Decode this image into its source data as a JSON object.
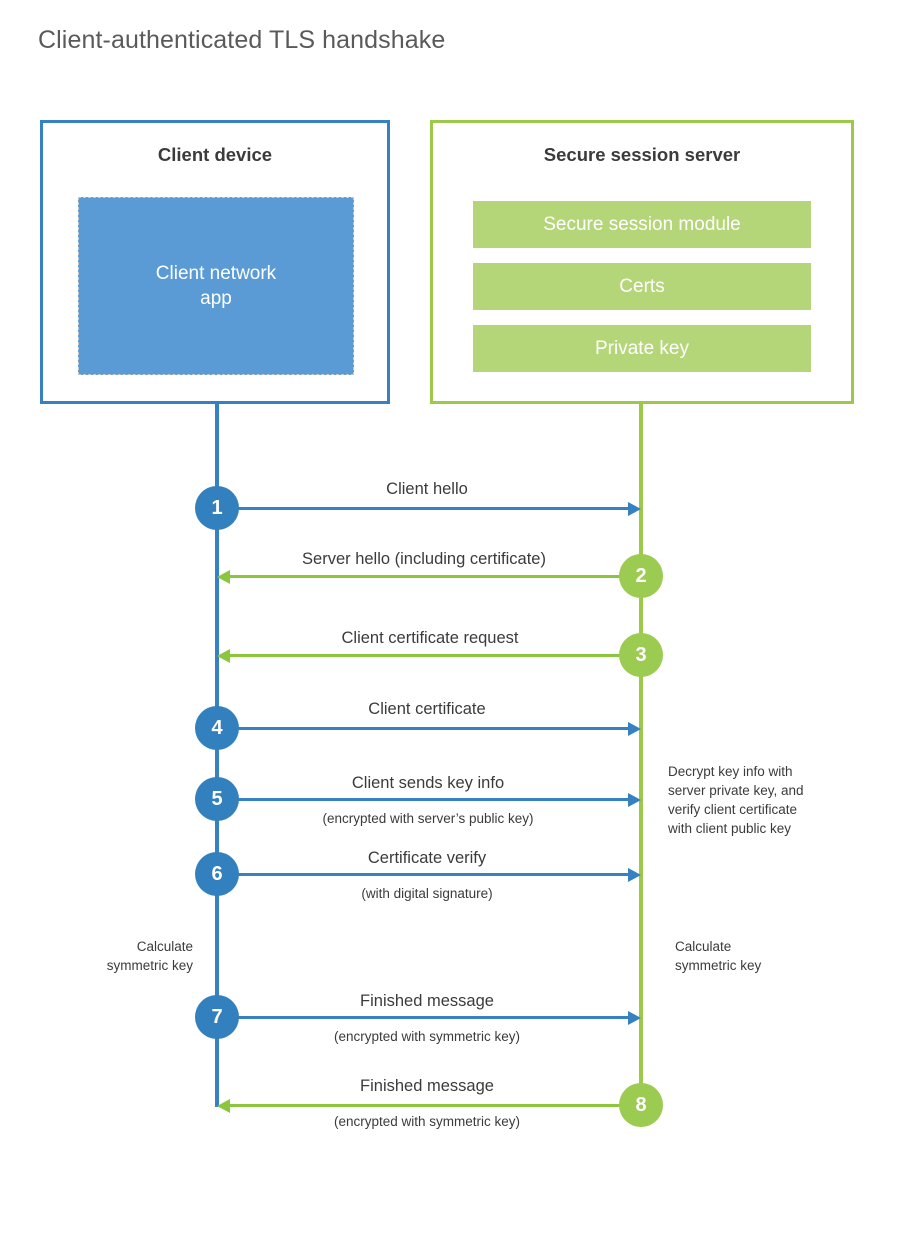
{
  "title": "Client-authenticated TLS handshake",
  "actors": {
    "client": {
      "name": "Client device",
      "app_label": "Client network\napp",
      "border_color": "#3581c1",
      "app_color": "#5b9bd5"
    },
    "server": {
      "name": "Secure session server",
      "border_color": "#9dc94b",
      "block_color": "#b5d678",
      "blocks": [
        {
          "label": "Secure session module"
        },
        {
          "label": "Certs"
        },
        {
          "label": "Private key"
        }
      ]
    }
  },
  "steps": [
    {
      "number": "1",
      "label": "Client hello",
      "sublabel": "",
      "direction": "client-to-server",
      "color": "#3280be"
    },
    {
      "number": "2",
      "label": "Server hello (including certificate)",
      "sublabel": "",
      "direction": "server-to-client",
      "color": "#9ccb51"
    },
    {
      "number": "3",
      "label": "Client certificate request",
      "sublabel": "",
      "direction": "server-to-client",
      "color": "#9ccb51"
    },
    {
      "number": "4",
      "label": "Client certificate",
      "sublabel": "",
      "direction": "client-to-server",
      "color": "#3280be"
    },
    {
      "number": "5",
      "label": "Client sends key info",
      "sublabel": "(encrypted with server’s public key)",
      "direction": "client-to-server",
      "color": "#3280be"
    },
    {
      "number": "6",
      "label": "Certificate verify",
      "sublabel": "(with digital signature)",
      "direction": "client-to-server",
      "color": "#3280be"
    },
    {
      "number": "7",
      "label": "Finished message",
      "sublabel": "(encrypted with symmetric key)",
      "direction": "client-to-server",
      "color": "#3280be"
    },
    {
      "number": "8",
      "label": "Finished message",
      "sublabel": "(encrypted with symmetric key)",
      "direction": "server-to-client",
      "color": "#9ccb51"
    }
  ],
  "annotations": {
    "server_decrypt_note": "Decrypt key info with\nserver private key, and\nverify client certificate\nwith client public key",
    "client_calc_key": "Calculate\nsymmetric key",
    "server_calc_key": "Calculate\nsymmetric key"
  }
}
